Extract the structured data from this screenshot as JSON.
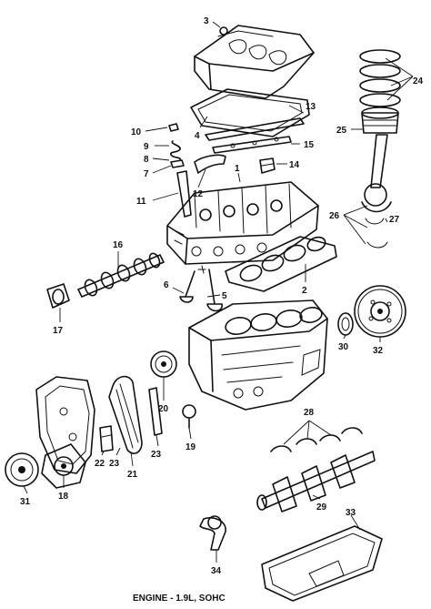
{
  "caption": "ENGINE - 1.9L, SOHC",
  "callouts": [
    "1",
    "2",
    "3",
    "4",
    "5",
    "6",
    "7",
    "8",
    "9",
    "10",
    "11",
    "12",
    "13",
    "14",
    "15",
    "16",
    "17",
    "18",
    "19",
    "20",
    "21",
    "22",
    "23",
    "23",
    "24",
    "25",
    "26",
    "27",
    "28",
    "29",
    "30",
    "31",
    "32",
    "33",
    "34"
  ]
}
